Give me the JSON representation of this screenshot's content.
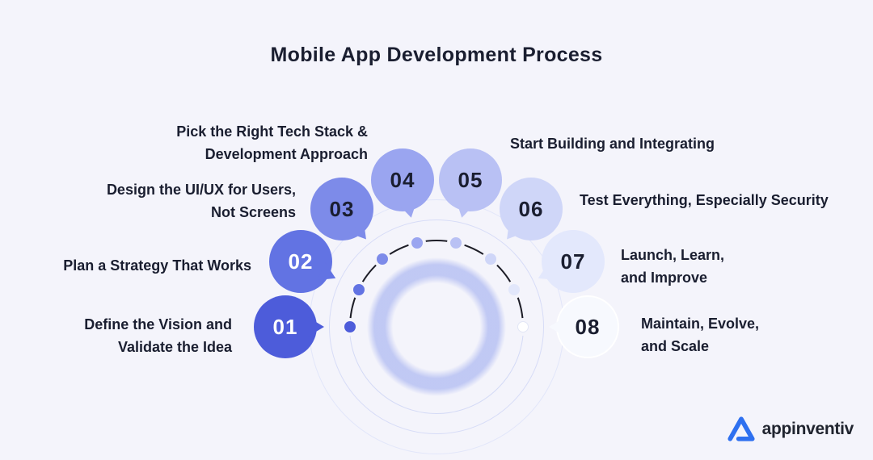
{
  "title": "Mobile App Development Process",
  "colors": {
    "background": "#f4f4fb",
    "text": "#1a1e30",
    "arc": "#1d1d26",
    "center_ring": "#bbc4f3",
    "guide_circle": "#d7dcf7",
    "logo_blue": "#2e70f0"
  },
  "steps": [
    {
      "number": "01",
      "label_line1": "Define the Vision and",
      "label_line2": "Validate the Idea",
      "bubble_color": "#4d5cda",
      "number_color": "#ffffff",
      "dot_color": "#4d5cda"
    },
    {
      "number": "02",
      "label_line1": "Plan a Strategy That Works",
      "bubble_color": "#6273e3",
      "number_color": "#ffffff",
      "dot_color": "#6273e3"
    },
    {
      "number": "03",
      "label_line1": "Design the UI/UX for Users,",
      "label_line2": "Not Screens",
      "bubble_color": "#7d8be9",
      "number_color": "#1a1e30",
      "dot_color": "#7d8be9"
    },
    {
      "number": "04",
      "label_line1": "Pick the Right Tech Stack &",
      "label_line2": "Development Approach",
      "bubble_color": "#9aa5f0",
      "number_color": "#1a1e30",
      "dot_color": "#9aa5f0"
    },
    {
      "number": "05",
      "label_line1": "Start Building and Integrating",
      "bubble_color": "#b9c1f4",
      "number_color": "#1a1e30",
      "dot_color": "#b9c1f4"
    },
    {
      "number": "06",
      "label_line1": "Test Everything, Especially Security",
      "bubble_color": "#cfd6f8",
      "number_color": "#1a1e30",
      "dot_color": "#cfd6f8"
    },
    {
      "number": "07",
      "label_line1": "Launch, Learn,",
      "label_line2": "and Improve",
      "bubble_color": "#e3e8fc",
      "number_color": "#1a1e30",
      "dot_color": "#e2e7fb"
    },
    {
      "number": "08",
      "label_line1": "Maintain, Evolve,",
      "label_line2": "and Scale",
      "bubble_color": "#f7f9fe",
      "number_color": "#1a1e30",
      "dot_color": "#ffffff",
      "bubble_border": "#ffffff",
      "dot_border": "#e2e6f6"
    }
  ],
  "logo": {
    "text": "appinventiv"
  }
}
